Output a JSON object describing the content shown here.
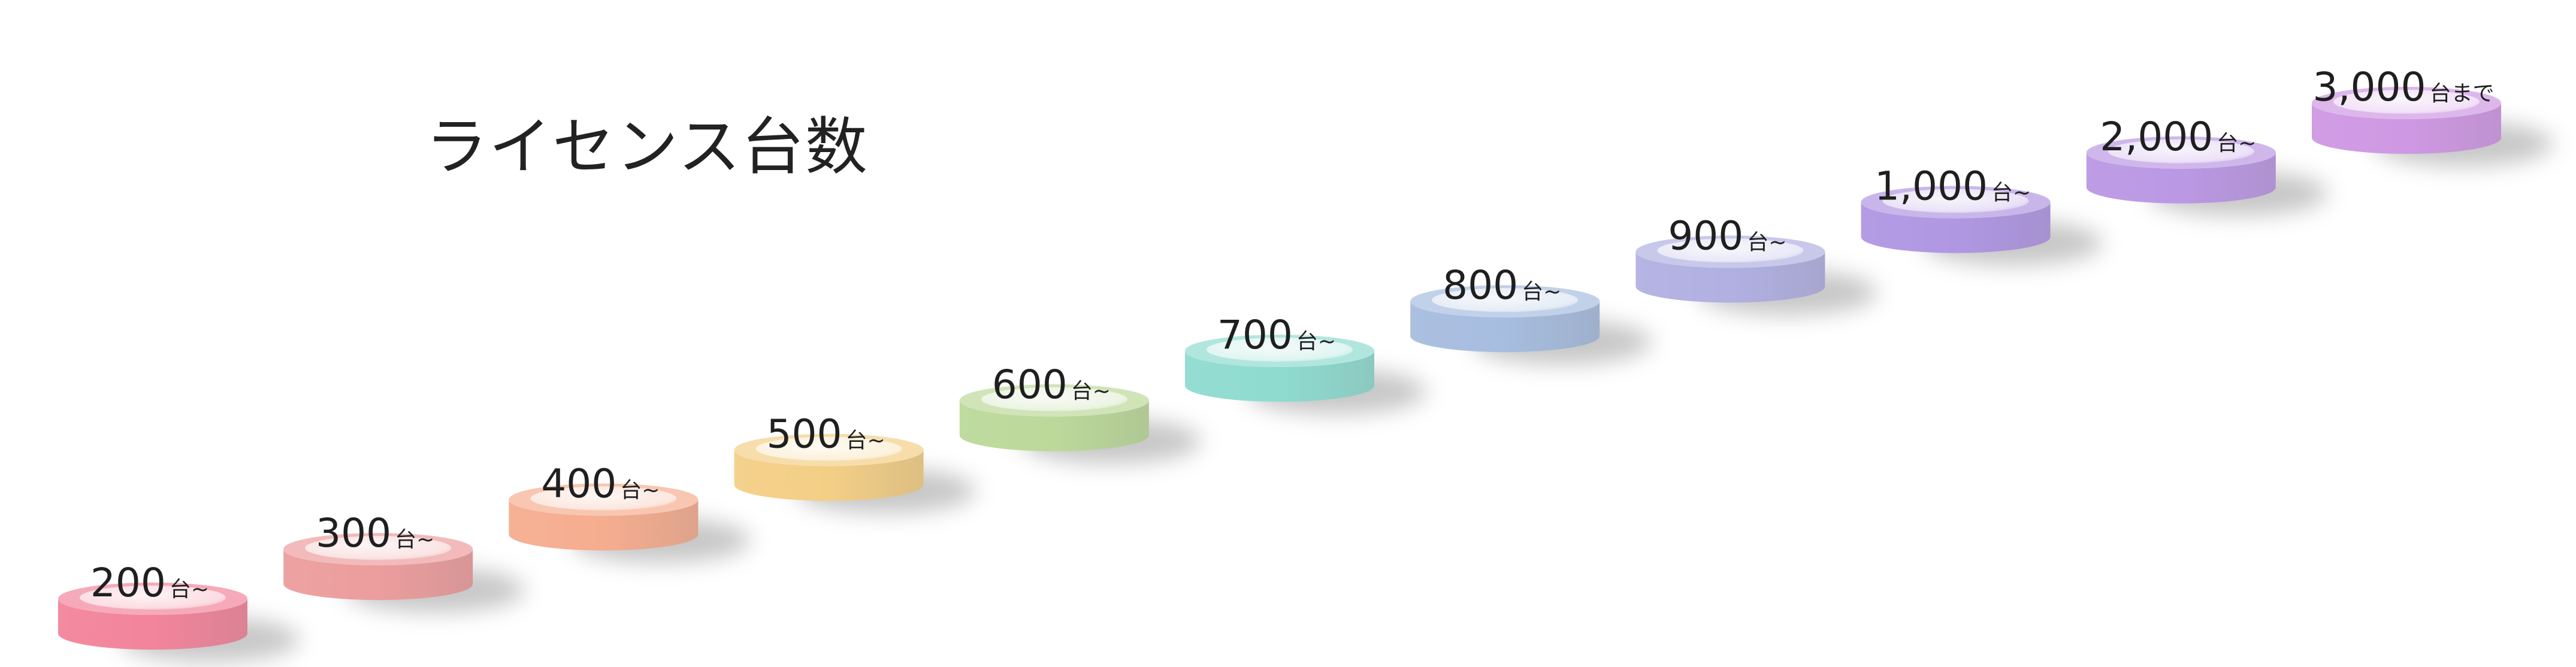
{
  "title": "ライセンス台数",
  "steps": [
    {
      "value": "200",
      "suffix": "台~",
      "color": "#f2849b"
    },
    {
      "value": "300",
      "suffix": "台~",
      "color": "#ec9d9d"
    },
    {
      "value": "400",
      "suffix": "台~",
      "color": "#f5ad8f"
    },
    {
      "value": "500",
      "suffix": "台~",
      "color": "#f3cf86"
    },
    {
      "value": "600",
      "suffix": "台~",
      "color": "#bcd99a"
    },
    {
      "value": "700",
      "suffix": "台~",
      "color": "#8fdbd0"
    },
    {
      "value": "800",
      "suffix": "台~",
      "color": "#a7bddf"
    },
    {
      "value": "900",
      "suffix": "台~",
      "color": "#b1b0e2"
    },
    {
      "value": "1,000",
      "suffix": "台~",
      "color": "#b097e3"
    },
    {
      "value": "2,000",
      "suffix": "台~",
      "color": "#bb98e4"
    },
    {
      "value": "3,000",
      "suffix": "台まで",
      "color": "#cf98e3"
    }
  ]
}
